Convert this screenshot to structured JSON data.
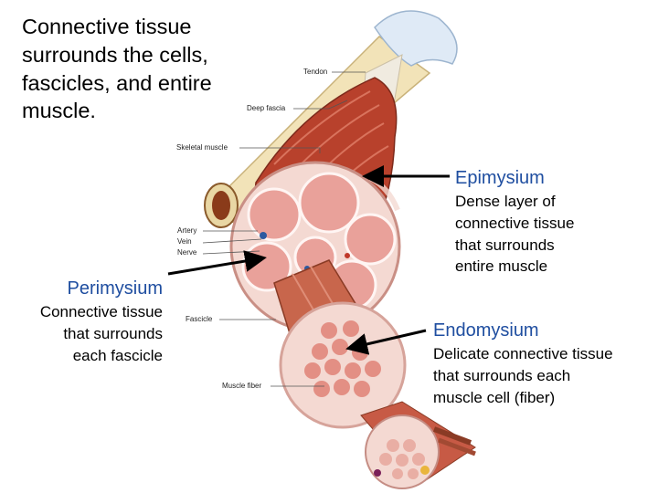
{
  "heading": {
    "lines": [
      "Connective tissue",
      "surrounds the cells,",
      "fascicles, and entire",
      "muscle."
    ]
  },
  "callouts": {
    "epimysium": {
      "term": "Epimysium",
      "description": [
        "Dense layer of",
        "connective tissue",
        "that surrounds",
        "entire muscle"
      ]
    },
    "perimysium": {
      "term": "Perimysium",
      "description": [
        "Connective tissue",
        "that surrounds",
        "each fascicle"
      ]
    },
    "endomysium": {
      "term": "Endomysium",
      "description": [
        "Delicate connective tissue",
        "that surrounds each",
        "muscle cell (fiber)"
      ]
    }
  },
  "figure_labels": {
    "tendon": "Tendon",
    "deep_fascia": "Deep fascia",
    "skeletal_muscle": "Skeletal muscle",
    "artery": "Artery",
    "vein": "Vein",
    "nerve": "Nerve",
    "fascicle": "Fascicle",
    "muscle_fiber": "Muscle fiber"
  },
  "colors": {
    "term_blue": "#1f4ea0",
    "muscle_red": "#b8412c",
    "tissue_pink": "#f4d9d2",
    "bone": "#f2e3b8",
    "cartilage": "#dfeaf6",
    "arrow": "#000000"
  }
}
